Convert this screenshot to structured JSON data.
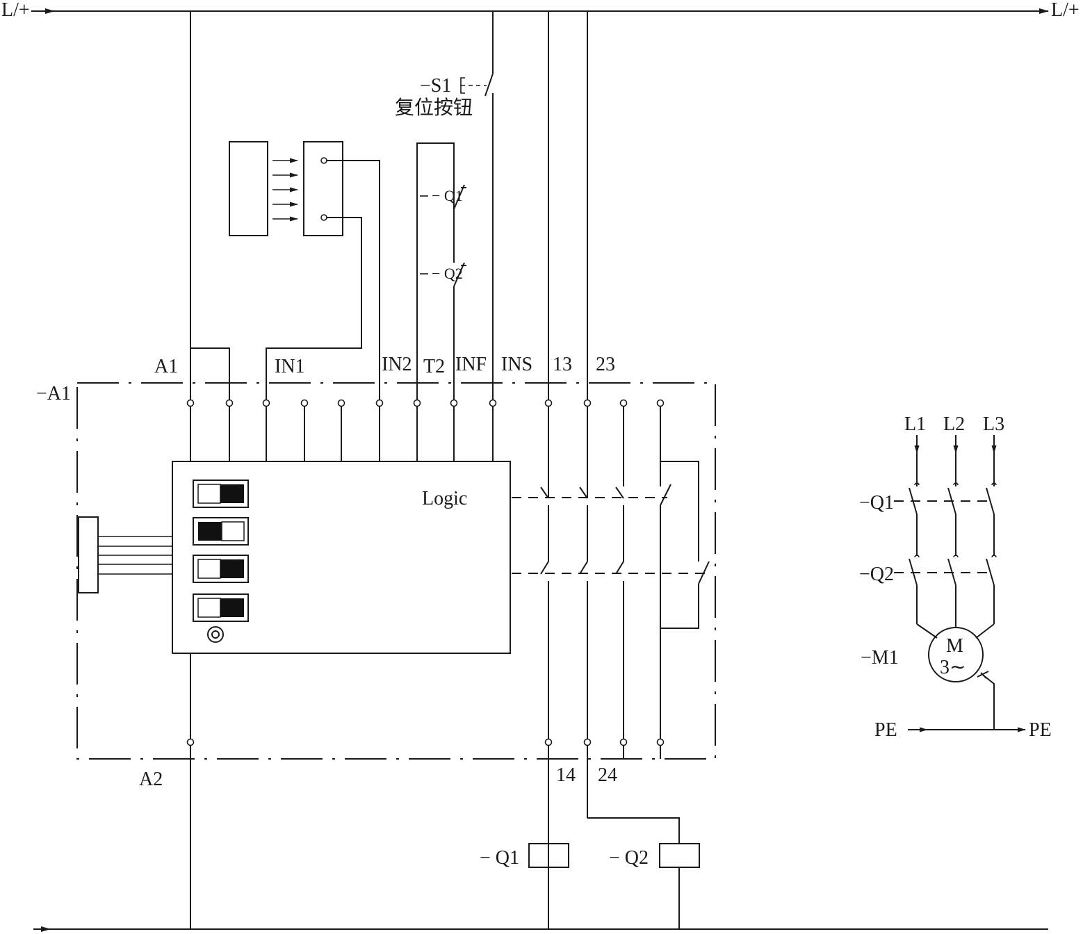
{
  "rails": {
    "top_left": "L/+",
    "top_right": "L/+"
  },
  "reset": {
    "tag": "−S1",
    "label": "复位按钮"
  },
  "feedback_contacts": [
    "− Q1",
    "− Q2"
  ],
  "module": {
    "tag": "−A1",
    "logic_label": "Logic",
    "terminals_top": {
      "a1": "A1",
      "in1": "IN1",
      "in2": "IN2",
      "t2": "T2",
      "inf": "INF",
      "ins": "INS",
      "t13": "13",
      "t23": "23"
    },
    "terminals_bottom": {
      "a2": "A2",
      "t14": "14",
      "t24": "24"
    }
  },
  "coils": [
    "− Q1",
    "− Q2"
  ],
  "motor_circuit": {
    "phases": [
      "L1",
      "L2",
      "L3"
    ],
    "contactor_1": "−Q1",
    "contactor_2": "−Q2",
    "motor_tag": "−M1",
    "motor_symbol": "M",
    "motor_phase": "3∼",
    "pe_left": "PE",
    "pe_right": "PE"
  }
}
